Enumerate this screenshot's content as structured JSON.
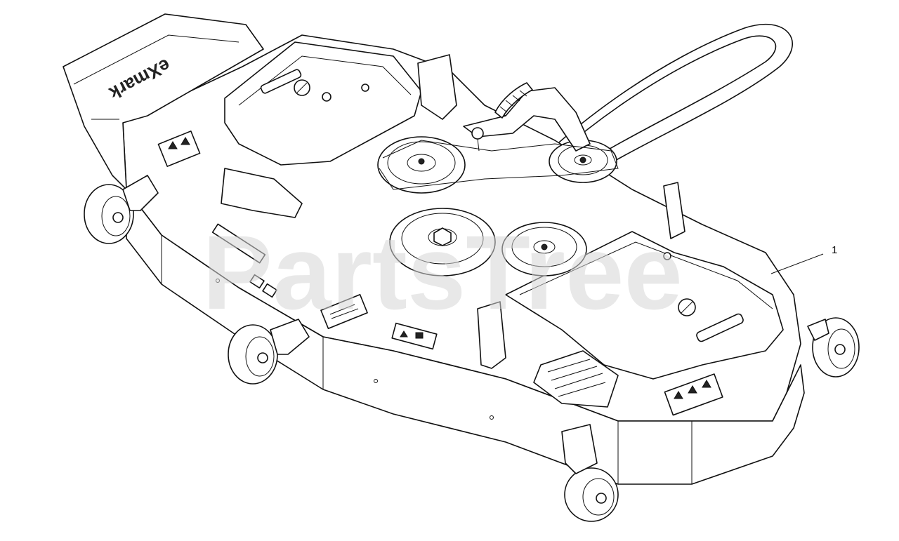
{
  "diagram": {
    "callout_number": "1",
    "watermark": "PartsTree",
    "brand_logo": "eXmark"
  }
}
